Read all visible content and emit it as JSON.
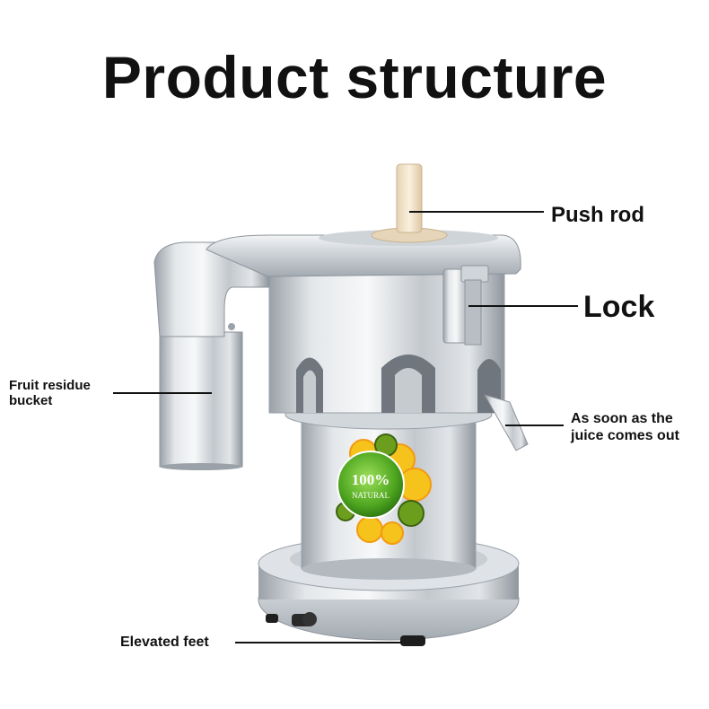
{
  "title": "Product structure",
  "badge": {
    "line1": "100%",
    "line2": "NATURAL"
  },
  "labels": {
    "push_rod": "Push rod",
    "lock": "Lock",
    "fruit_residue_bucket": "Fruit residue\nbucket",
    "juice_out": "As soon as the\njuice comes out",
    "elevated_feet": "Elevated feet"
  },
  "colors": {
    "steel_light": "#e9ecef",
    "steel_mid": "#c4c9ce",
    "steel_dark": "#8d949b",
    "push_rod": "#f3e4cc",
    "leader_line": "#111111",
    "badge_green": "#5fb52a",
    "fruit_orange": "#f6c21c",
    "kiwi_green": "#6c9e1e"
  }
}
